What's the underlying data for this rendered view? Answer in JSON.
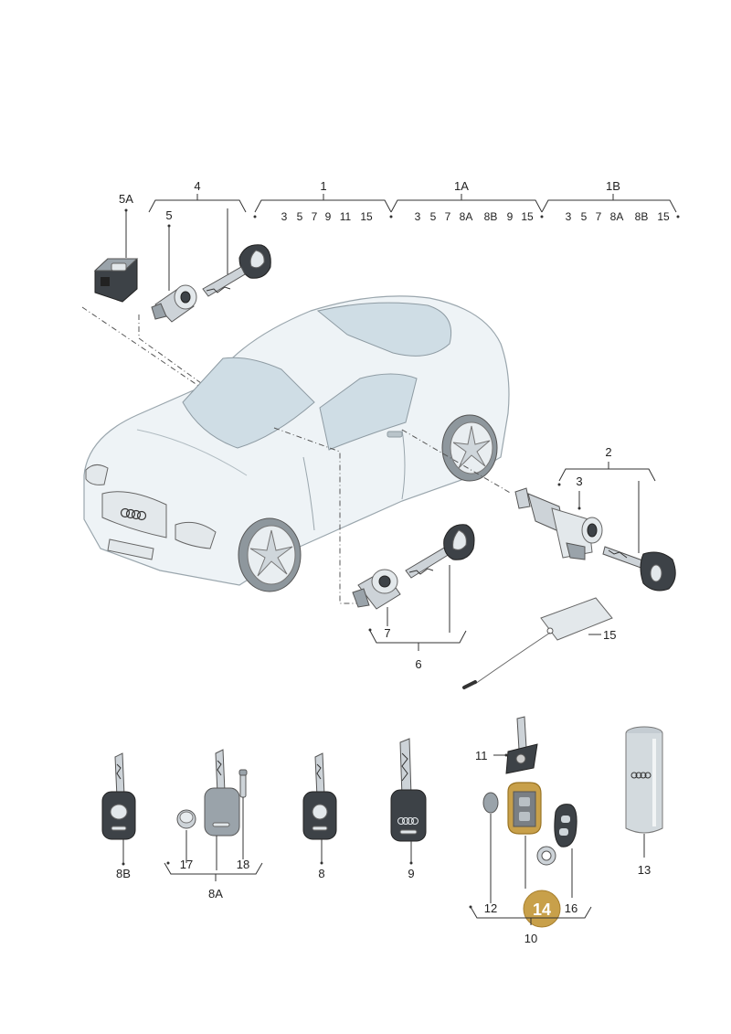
{
  "callouts": {
    "c4": "4",
    "c5A": "5A",
    "c5": "5",
    "c1": "1",
    "c1A": "1A",
    "c1B": "1B",
    "c2": "2",
    "c3": "3",
    "c6": "6",
    "c7": "7",
    "c15": "15",
    "c8B": "8B",
    "c17": "17",
    "c18": "18",
    "c8A": "8A",
    "c8": "8",
    "c9": "9",
    "c11": "11",
    "c12": "12",
    "c14": "14",
    "c16": "16",
    "c10": "10",
    "c13": "13"
  },
  "groups": {
    "g1": [
      "3",
      "5",
      "7",
      "9",
      "11",
      "15"
    ],
    "g1A": [
      "3",
      "5",
      "7",
      "8A",
      "8B",
      "9",
      "15"
    ],
    "g1B": [
      "3",
      "5",
      "7",
      "8A",
      "8B",
      "15"
    ]
  },
  "colors": {
    "highlight_fill": "#c8a04a",
    "highlight_stroke": "#9a7424",
    "line": "#333333"
  },
  "icons": [
    "car-illustration",
    "key-icon",
    "lock-cylinder-icon",
    "remote-key-icon",
    "battery-icon",
    "key-tag-icon",
    "spray-can-icon"
  ]
}
